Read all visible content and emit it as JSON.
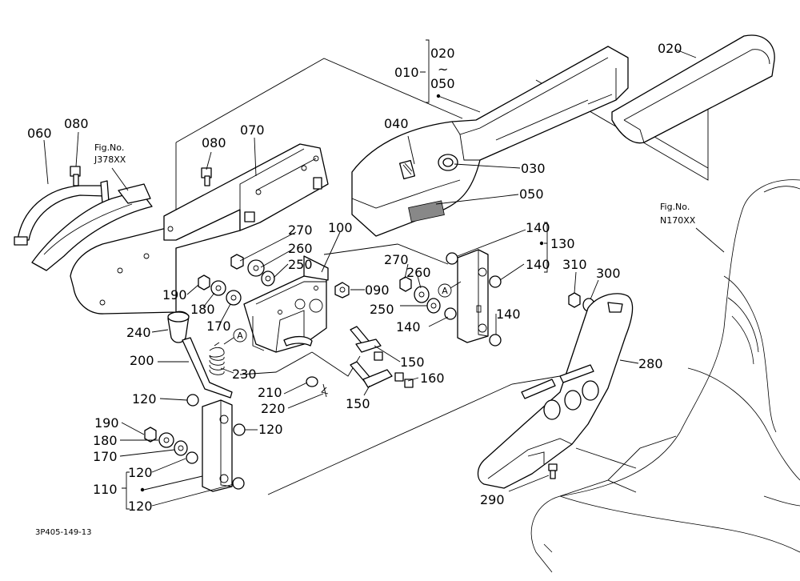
{
  "labels": {
    "p010": "010",
    "p020a": "020",
    "p020b": "020",
    "tilde": "~",
    "p050a": "050",
    "p040": "040",
    "p030": "030",
    "p050b": "050",
    "p060": "060",
    "p080a": "080",
    "p080b": "080",
    "p070": "070",
    "p270a": "270",
    "p260a": "260",
    "p250a": "250",
    "p100": "100",
    "p190a": "190",
    "p180a": "180",
    "p170a": "170",
    "p240": "240",
    "p200": "200",
    "p230": "230",
    "p090": "090",
    "p270b": "270",
    "p260b": "260",
    "p250b": "250",
    "p140a": "140",
    "p140b": "140",
    "p140c": "140",
    "p140d": "140",
    "p130": "130",
    "p310": "310",
    "p300": "300",
    "p150a": "150",
    "p150b": "150",
    "p160": "160",
    "p210": "210",
    "p220": "220",
    "p280": "280",
    "p120a": "120",
    "p120b": "120",
    "p120c": "120",
    "p120d": "120",
    "p190b": "190",
    "p180b": "180",
    "p170b": "170",
    "p110": "110",
    "p290": "290",
    "markA1": "A",
    "markA2": "A"
  },
  "references": {
    "fig_left_line1": "Fig.No.",
    "fig_left_line2": "J378XX",
    "fig_right_line1": "Fig.No.",
    "fig_right_line2": "N170XX"
  },
  "drawing_code": "3P405-149-13"
}
